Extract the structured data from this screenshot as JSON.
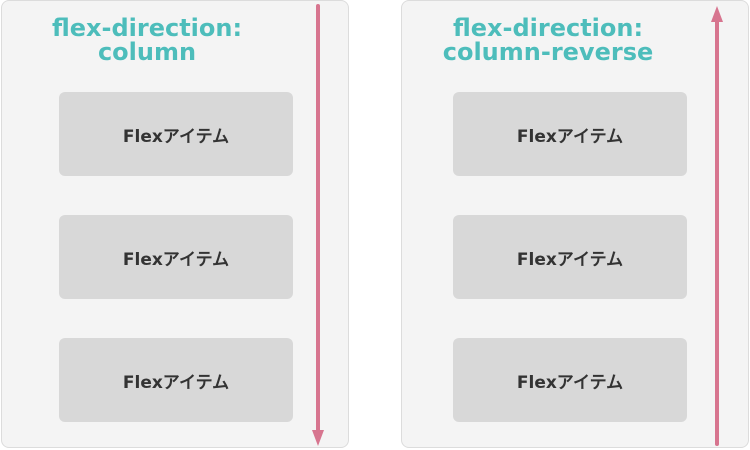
{
  "panels": [
    {
      "title": "flex-direction:\ncolumn",
      "items": [
        "Flexアイテム",
        "Flexアイテム",
        "Flexアイテム"
      ],
      "arrow_direction": "down"
    },
    {
      "title": "flex-direction:\ncolumn-reverse",
      "items": [
        "Flexアイテム",
        "Flexアイテム",
        "Flexアイテム"
      ],
      "arrow_direction": "up"
    }
  ],
  "colors": {
    "title": "#4dbdbb",
    "arrow": "#d7758f",
    "panel_background": "#f4f4f4",
    "item_background": "#d8d8d8",
    "item_text": "#333333"
  }
}
